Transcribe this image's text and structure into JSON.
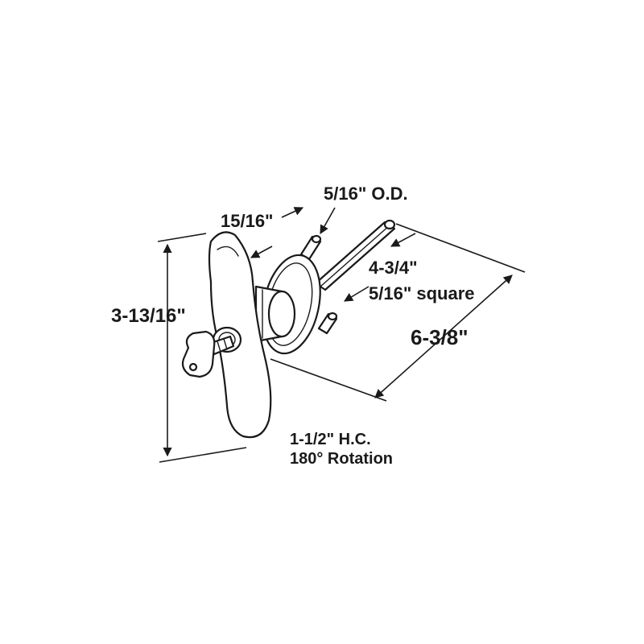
{
  "dimensions": {
    "height": "3-13/16\"",
    "handle_width": "15/16\"",
    "pin_diameter": "5/16\" O.D.",
    "shaft_length": "4-3/4\"",
    "shaft_square": "5/16\" square",
    "overall_length": "6-3/8\""
  },
  "notes": {
    "hole_center": "1-1/2\" H.C.",
    "rotation": "180° Rotation"
  }
}
